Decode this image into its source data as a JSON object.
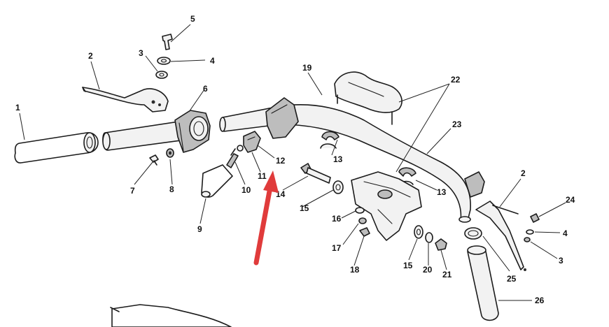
{
  "callouts": [
    {
      "id": "c1",
      "label": "1"
    },
    {
      "id": "c2a",
      "label": "2"
    },
    {
      "id": "c3a",
      "label": "3"
    },
    {
      "id": "c4a",
      "label": "4"
    },
    {
      "id": "c5",
      "label": "5"
    },
    {
      "id": "c6",
      "label": "6"
    },
    {
      "id": "c7",
      "label": "7"
    },
    {
      "id": "c8",
      "label": "8"
    },
    {
      "id": "c9",
      "label": "9"
    },
    {
      "id": "c10",
      "label": "10"
    },
    {
      "id": "c11",
      "label": "11"
    },
    {
      "id": "c12",
      "label": "12"
    },
    {
      "id": "c13a",
      "label": "13"
    },
    {
      "id": "c13b",
      "label": "13"
    },
    {
      "id": "c14",
      "label": "14"
    },
    {
      "id": "c15a",
      "label": "15"
    },
    {
      "id": "c15b",
      "label": "15"
    },
    {
      "id": "c16",
      "label": "16"
    },
    {
      "id": "c17",
      "label": "17"
    },
    {
      "id": "c18",
      "label": "18"
    },
    {
      "id": "c19",
      "label": "19"
    },
    {
      "id": "c20",
      "label": "20"
    },
    {
      "id": "c21",
      "label": "21"
    },
    {
      "id": "c22",
      "label": "22"
    },
    {
      "id": "c23",
      "label": "23"
    },
    {
      "id": "c2b",
      "label": "2"
    },
    {
      "id": "c24",
      "label": "24"
    },
    {
      "id": "c4b",
      "label": "4"
    },
    {
      "id": "c3b",
      "label": "3"
    },
    {
      "id": "c25",
      "label": "25"
    },
    {
      "id": "c26",
      "label": "26"
    }
  ],
  "colors": {
    "ink": "#1b1b1b",
    "arrow": "#e03b3b",
    "background": "#ffffff"
  }
}
